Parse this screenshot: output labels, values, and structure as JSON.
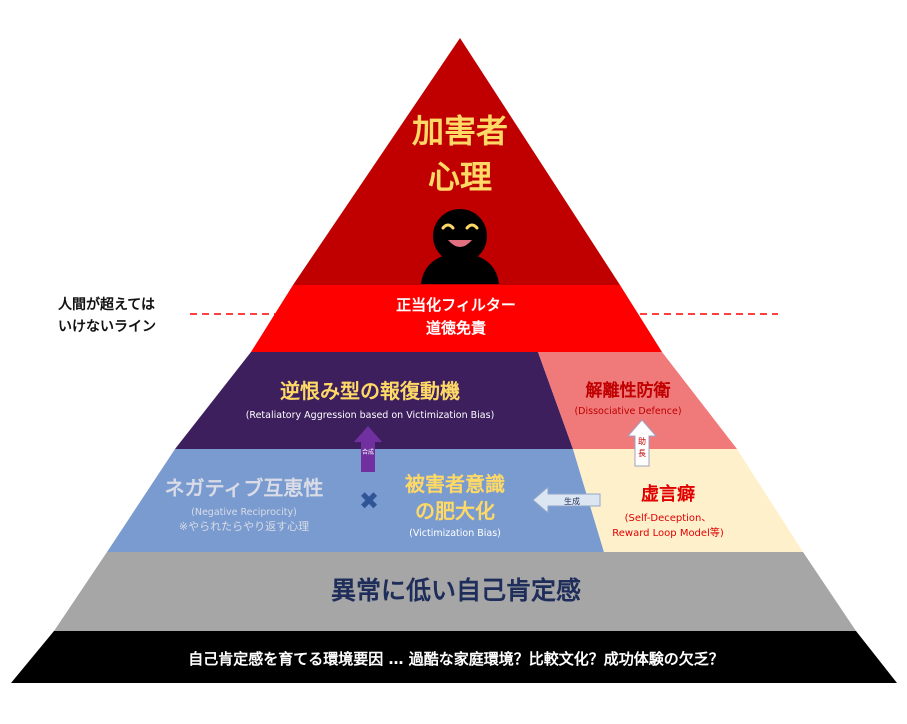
{
  "top": {
    "line1": "加害者",
    "line2": "心理"
  },
  "side_label": "人間が超えては\nいけないライン",
  "filter": {
    "line1": "正当化フィルター",
    "line2": "道徳免責"
  },
  "revenge": {
    "title": "逆恨み型の報復動機",
    "subtitle": "(Retaliatory Aggression based on Victimization Bias)"
  },
  "dissociation": {
    "title": "解離性防衛",
    "subtitle": "(Dissociative Defence)"
  },
  "negative": {
    "title": "ネガティブ互恵性",
    "subtitle": "(Negative Reciprocity)",
    "note": "※やられたらやり返す心理"
  },
  "victim": {
    "line1": "被害者意識",
    "line2": "の肥大化",
    "subtitle": "(Victimization Bias)"
  },
  "lie": {
    "title": "虚言癖",
    "subtitle1": "(Self-Deception、",
    "subtitle2": "Reward Loop Model等)"
  },
  "arrows": {
    "synthesis": "合成",
    "promote": "助長",
    "generate": "生成"
  },
  "cross_symbol": "✖",
  "self_esteem": "異常に低い自己肯定感",
  "bottom": "自己肯定感を育てる環境要因 … 過酷な家庭環境？比較文化？成功体験の欠乏？",
  "colors": {
    "top": "#c00000",
    "filter": "#ff0000",
    "revenge": "#3d1f5e",
    "dissociation": "#f0797a",
    "negative": "#7a9bd0",
    "lie": "#fff0cc",
    "self_esteem": "#a6a6a6",
    "bottom": "#000000",
    "yellow_text": "#ffd966",
    "navy_text": "#1f2d5a",
    "red_text": "#e00000"
  }
}
